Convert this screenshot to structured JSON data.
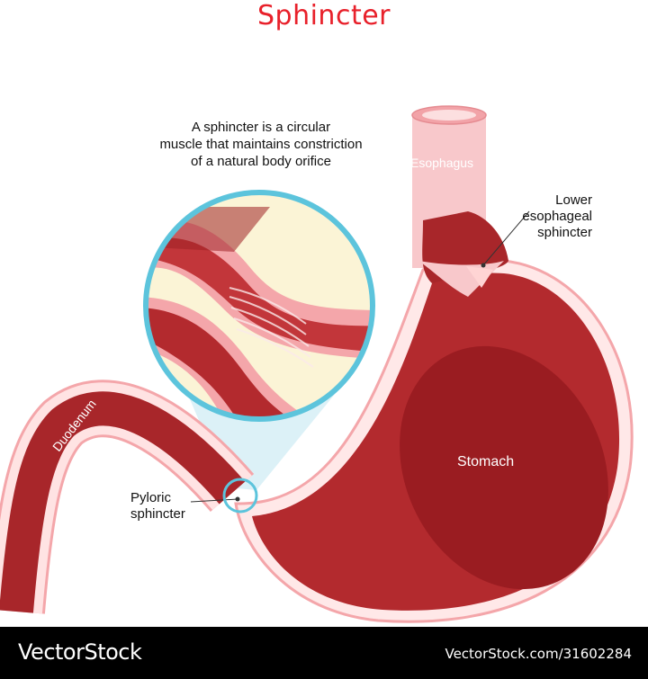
{
  "title": "Sphincter",
  "caption": {
    "line1": "A sphincter is a circular",
    "line2": "muscle that maintains constriction",
    "line3": "of a natural body orifice"
  },
  "labels": {
    "esophagus": "Esophagus",
    "les_line1": "Lower",
    "les_line2": "esophageal",
    "les_line3": "sphincter",
    "stomach": "Stomach",
    "duodenum": "Duodenum",
    "pyloric_line1": "Pyloric",
    "pyloric_line2": "sphincter"
  },
  "footer": {
    "brand": "VectorStock",
    "credit": "VectorStock.com/31602284"
  },
  "colors": {
    "title": "#e8202a",
    "muscle": "#b32a2e",
    "muscle_dark": "#8e1418",
    "mucosa": "#ffdada",
    "lining": "#f4a6aa",
    "lens_ring": "#5cc4dc",
    "lens_fill": "#fbf4d6"
  }
}
